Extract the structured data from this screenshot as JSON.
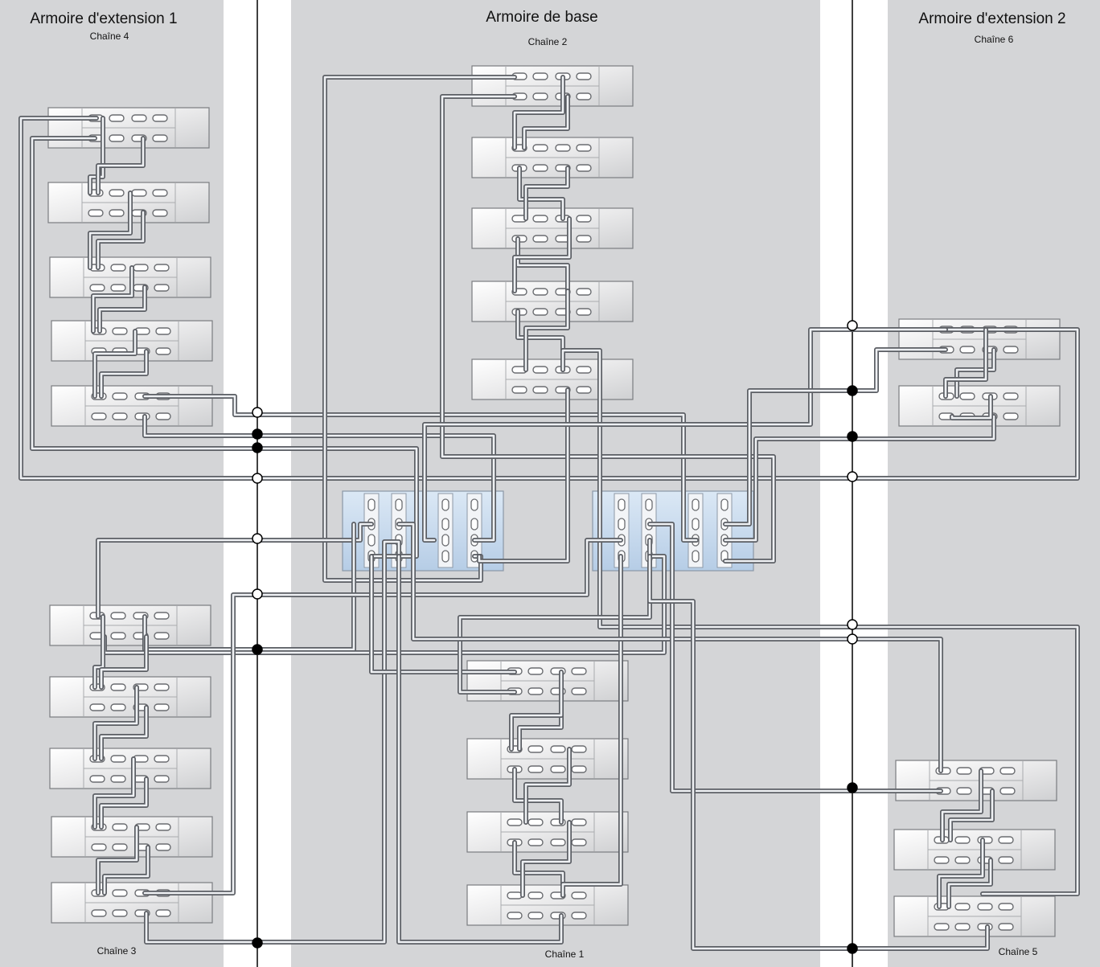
{
  "cabinets": [
    {
      "id": "ext1",
      "title": "Armoire d'extension 1"
    },
    {
      "id": "base",
      "title": "Armoire de base"
    },
    {
      "id": "ext2",
      "title": "Armoire d'extension 2"
    }
  ],
  "chains": {
    "c1": "Chaîne 1",
    "c2": "Chaîne 2",
    "c3": "Chaîne 3",
    "c4": "Chaîne 4",
    "c5": "Chaîne 5",
    "c6": "Chaîne 6"
  },
  "colors": {
    "cabinet_bg": "#d4d5d7",
    "gap_bg": "#ffffff",
    "cable_outer": "#5a5d63",
    "cable_inner": "#eef0f3",
    "shelf_fill": "#f4f4f4",
    "controller_fill": "#c9dcee",
    "bus_line": "#000000"
  }
}
